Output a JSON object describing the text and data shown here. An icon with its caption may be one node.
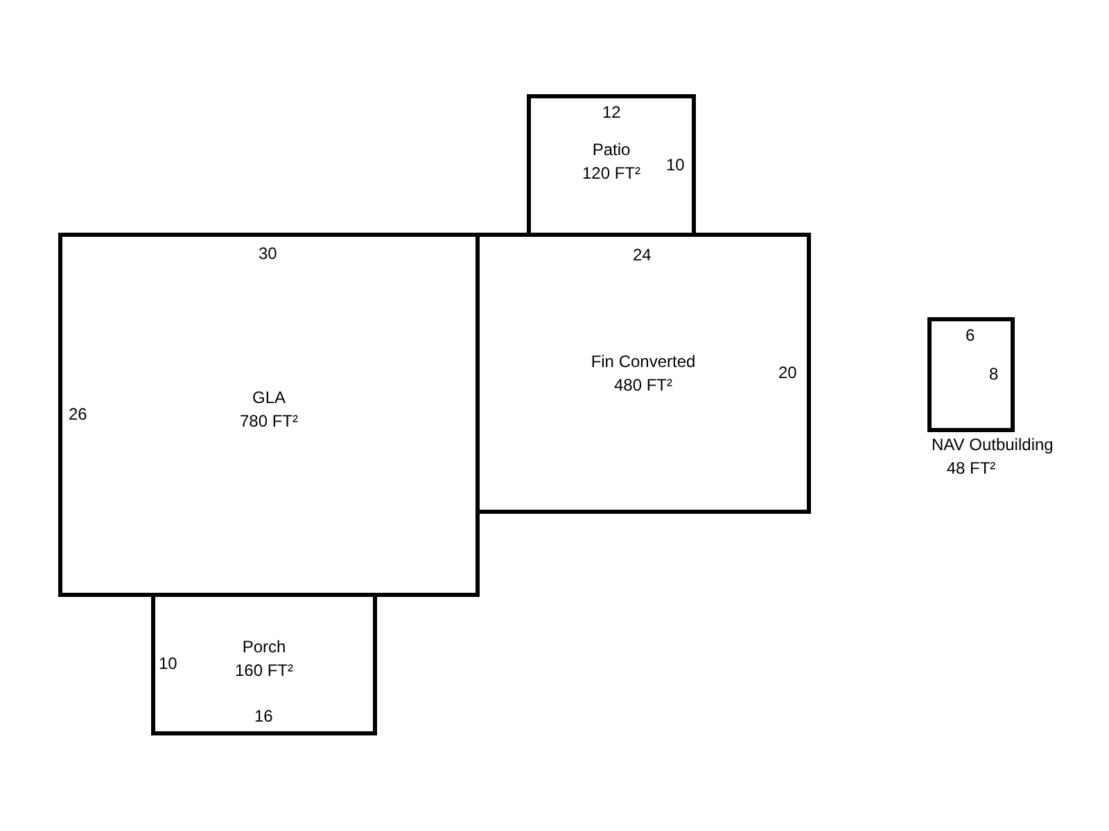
{
  "diagram": {
    "nodes": [
      {
        "text": [
          "Patio",
          "120 FT²"
        ]
      },
      {
        "text": [
          "GLA",
          "780 FT²"
        ]
      },
      {
        "text": [
          "Fin Converted",
          "480 FT²"
        ]
      },
      {
        "text": [
          "NAV Outbuilding",
          "48 FT²"
        ]
      },
      {
        "text": [
          "Porch",
          "160 FT²"
        ]
      }
    ],
    "labels": [
      "12",
      "10",
      "30",
      "24",
      "6",
      "8",
      "20",
      "26",
      "10",
      "16"
    ]
  }
}
